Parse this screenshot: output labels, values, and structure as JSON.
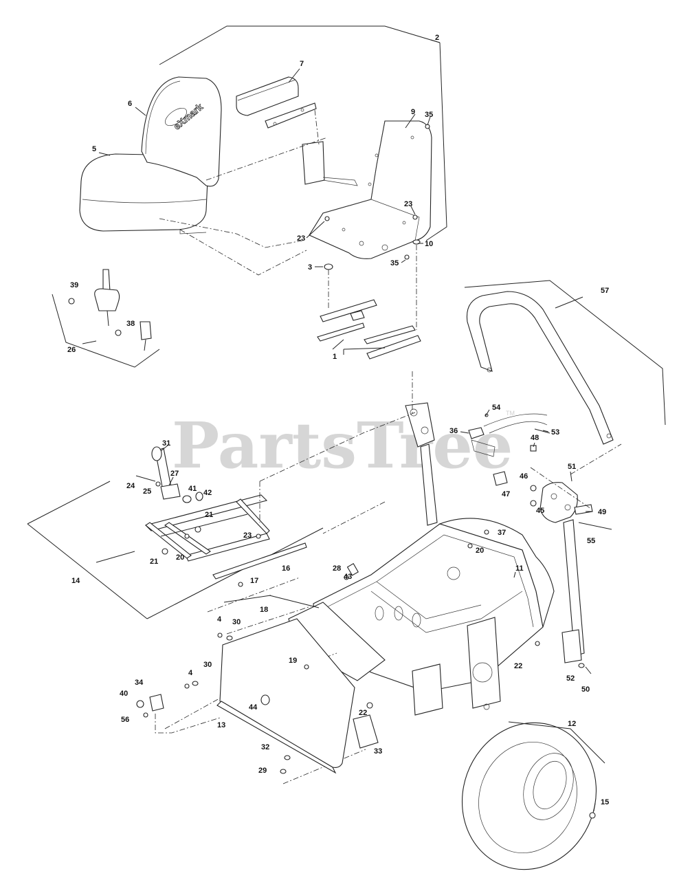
{
  "watermark": {
    "text": "PartsTree",
    "tm": "TM"
  },
  "seat_logo": "eXmark",
  "callouts": [
    {
      "id": "c-2",
      "text": "2"
    },
    {
      "id": "c-7",
      "text": "7"
    },
    {
      "id": "c-6",
      "text": "6"
    },
    {
      "id": "c-9",
      "text": "9"
    },
    {
      "id": "c-35a",
      "text": "35"
    },
    {
      "id": "c-5",
      "text": "5"
    },
    {
      "id": "c-23a",
      "text": "23"
    },
    {
      "id": "c-23b",
      "text": "23"
    },
    {
      "id": "c-10",
      "text": "10"
    },
    {
      "id": "c-3",
      "text": "3"
    },
    {
      "id": "c-35b",
      "text": "35"
    },
    {
      "id": "c-39",
      "text": "39"
    },
    {
      "id": "c-38",
      "text": "38"
    },
    {
      "id": "c-26",
      "text": "26"
    },
    {
      "id": "c-1",
      "text": "1"
    },
    {
      "id": "c-57",
      "text": "57"
    },
    {
      "id": "c-54",
      "text": "54"
    },
    {
      "id": "c-36",
      "text": "36"
    },
    {
      "id": "c-53",
      "text": "53"
    },
    {
      "id": "c-48",
      "text": "48"
    },
    {
      "id": "c-31",
      "text": "31"
    },
    {
      "id": "c-27",
      "text": "27"
    },
    {
      "id": "c-24",
      "text": "24"
    },
    {
      "id": "c-25",
      "text": "25"
    },
    {
      "id": "c-41",
      "text": "41"
    },
    {
      "id": "c-42",
      "text": "42"
    },
    {
      "id": "c-51",
      "text": "51"
    },
    {
      "id": "c-46",
      "text": "46"
    },
    {
      "id": "c-47",
      "text": "47"
    },
    {
      "id": "c-45",
      "text": "45"
    },
    {
      "id": "c-49",
      "text": "49"
    },
    {
      "id": "c-21a",
      "text": "21"
    },
    {
      "id": "c-23c",
      "text": "23"
    },
    {
      "id": "c-37",
      "text": "37"
    },
    {
      "id": "c-55",
      "text": "55"
    },
    {
      "id": "c-21b",
      "text": "21"
    },
    {
      "id": "c-20a",
      "text": "20"
    },
    {
      "id": "c-20b",
      "text": "20"
    },
    {
      "id": "c-11",
      "text": "11"
    },
    {
      "id": "c-43",
      "text": "43"
    },
    {
      "id": "c-16",
      "text": "16"
    },
    {
      "id": "c-14",
      "text": "14"
    },
    {
      "id": "c-28",
      "text": "28"
    },
    {
      "id": "c-17",
      "text": "17"
    },
    {
      "id": "c-18",
      "text": "18"
    },
    {
      "id": "c-4a",
      "text": "4"
    },
    {
      "id": "c-30a",
      "text": "30"
    },
    {
      "id": "c-19",
      "text": "19"
    },
    {
      "id": "c-22a",
      "text": "22"
    },
    {
      "id": "c-30b",
      "text": "30"
    },
    {
      "id": "c-4b",
      "text": "4"
    },
    {
      "id": "c-52",
      "text": "52"
    },
    {
      "id": "c-50",
      "text": "50"
    },
    {
      "id": "c-34",
      "text": "34"
    },
    {
      "id": "c-40",
      "text": "40"
    },
    {
      "id": "c-56",
      "text": "56"
    },
    {
      "id": "c-44",
      "text": "44"
    },
    {
      "id": "c-13",
      "text": "13"
    },
    {
      "id": "c-22b",
      "text": "22"
    },
    {
      "id": "c-12",
      "text": "12"
    },
    {
      "id": "c-33",
      "text": "33"
    },
    {
      "id": "c-32",
      "text": "32"
    },
    {
      "id": "c-29",
      "text": "29"
    },
    {
      "id": "c-15",
      "text": "15"
    }
  ]
}
